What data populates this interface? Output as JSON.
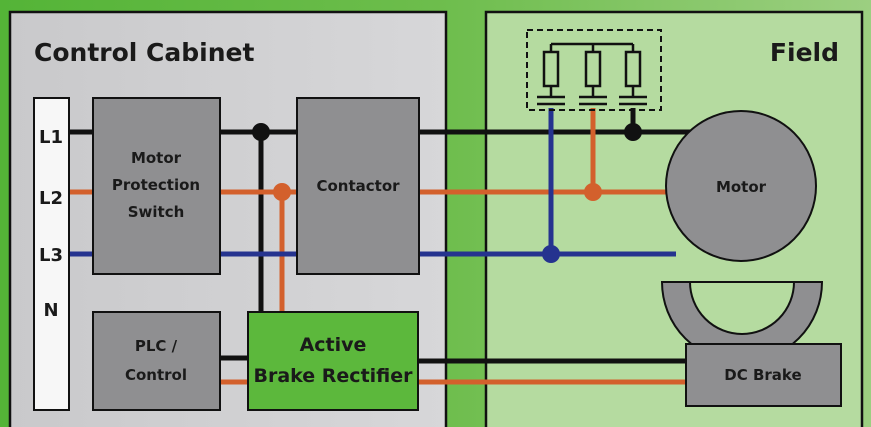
{
  "titles": {
    "cabinet": "Control Cabinet",
    "field": "Field"
  },
  "rail": {
    "l1": "L1",
    "l2": "L2",
    "l3": "L3",
    "n": "N"
  },
  "components": {
    "motor_protection": [
      "Motor",
      "Protection",
      "Switch"
    ],
    "contactor": "Contactor",
    "plc": [
      "PLC /",
      "Control"
    ],
    "rectifier": [
      "Active",
      "Brake Rectifier"
    ],
    "motor": "Motor",
    "dc_brake": "DC Brake"
  },
  "colors": {
    "background_green": "#5cb83c",
    "cabinet_panel": "#cfcfd1",
    "field_panel": "#b5dba0",
    "component_gray": "#8f8f91",
    "rectifier_green": "#5cb83c",
    "wire_black": "#111111",
    "wire_orange": "#d3602c",
    "wire_blue": "#25338f"
  }
}
